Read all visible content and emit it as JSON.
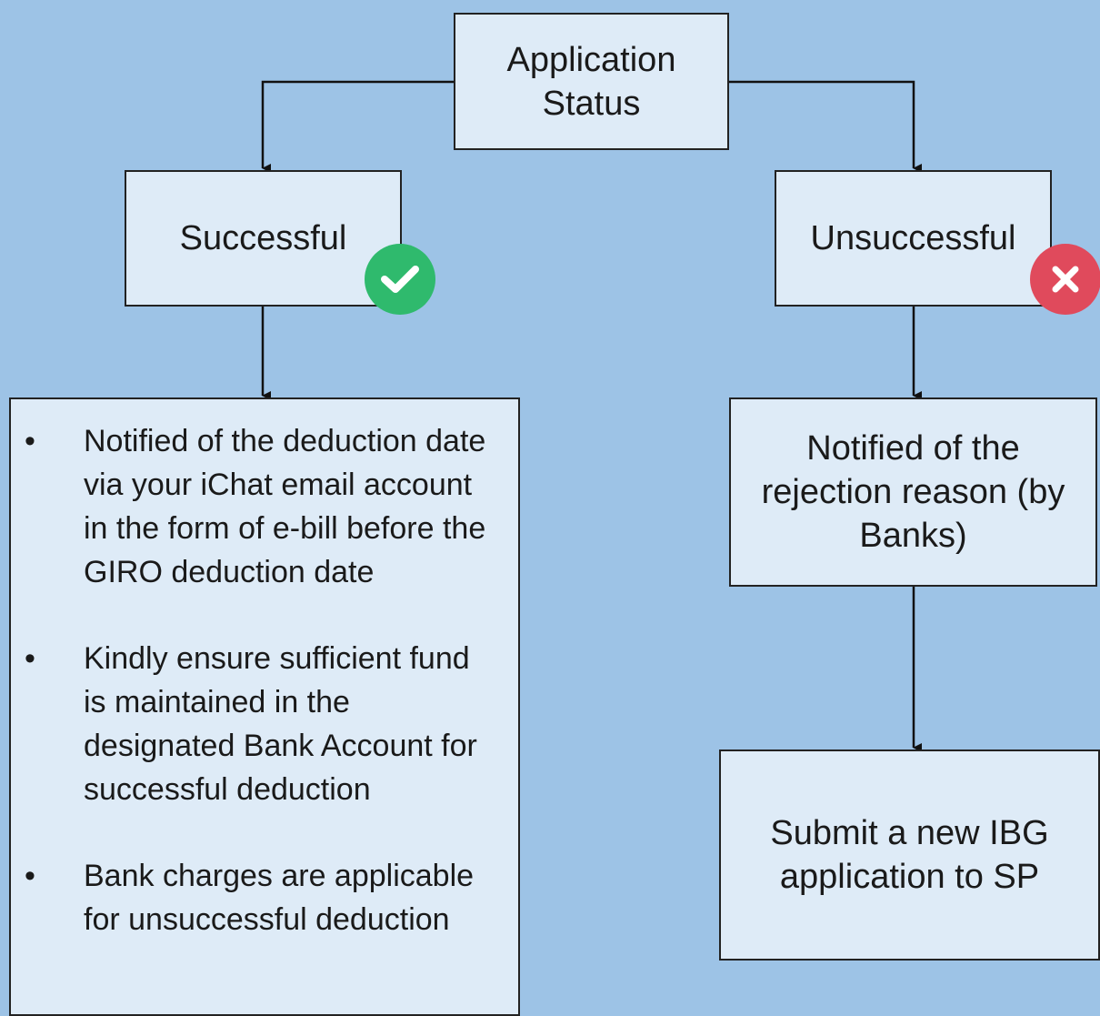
{
  "nodes": {
    "status": "Application Status",
    "successful": "Successful",
    "unsuccessful": "Unsuccessful",
    "rejection": "Notified of the rejection reason (by Banks)",
    "resubmit": "Submit a new IBG application to SP"
  },
  "success_details": [
    "Notified of the deduction date via your iChat email account in the form of e-bill before the GIRO deduction date",
    "Kindly ensure sufficient fund is maintained in the designated Bank Account for successful deduction",
    "Bank charges are applicable for unsuccessful deduction"
  ],
  "bullet_char": "•",
  "icons": {
    "success": "check-circle-icon",
    "failure": "x-circle-icon"
  },
  "colors": {
    "background": "#9dc3e6",
    "box_fill": "#deebf7",
    "success": "#2fba6d",
    "failure": "#e04a5c"
  }
}
